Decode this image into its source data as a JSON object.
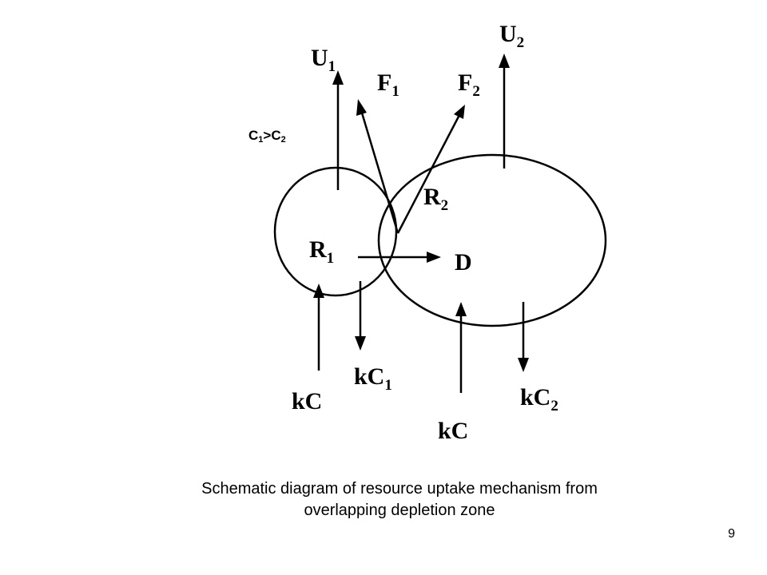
{
  "diagram": {
    "condition": {
      "c1": "C",
      "c1_sub": "1",
      "op": ">",
      "c2": "C",
      "c2_sub": "2"
    },
    "labels": {
      "u1": "U",
      "u1_sub": "1",
      "u2": "U",
      "u2_sub": "2",
      "f1": "F",
      "f1_sub": "1",
      "f2": "F",
      "f2_sub": "2",
      "r1": "R",
      "r1_sub": "1",
      "r2": "R",
      "r2_sub": "2",
      "d": "D",
      "kc_left": "kC",
      "kc_right": "kC",
      "kc1": "kC",
      "kc1_sub": "1",
      "kc2": "kC",
      "kc2_sub": "2"
    }
  },
  "caption": {
    "line1": "Schematic diagram of resource uptake mechanism from",
    "line2": "overlapping depletion zone"
  },
  "page_number": "9"
}
